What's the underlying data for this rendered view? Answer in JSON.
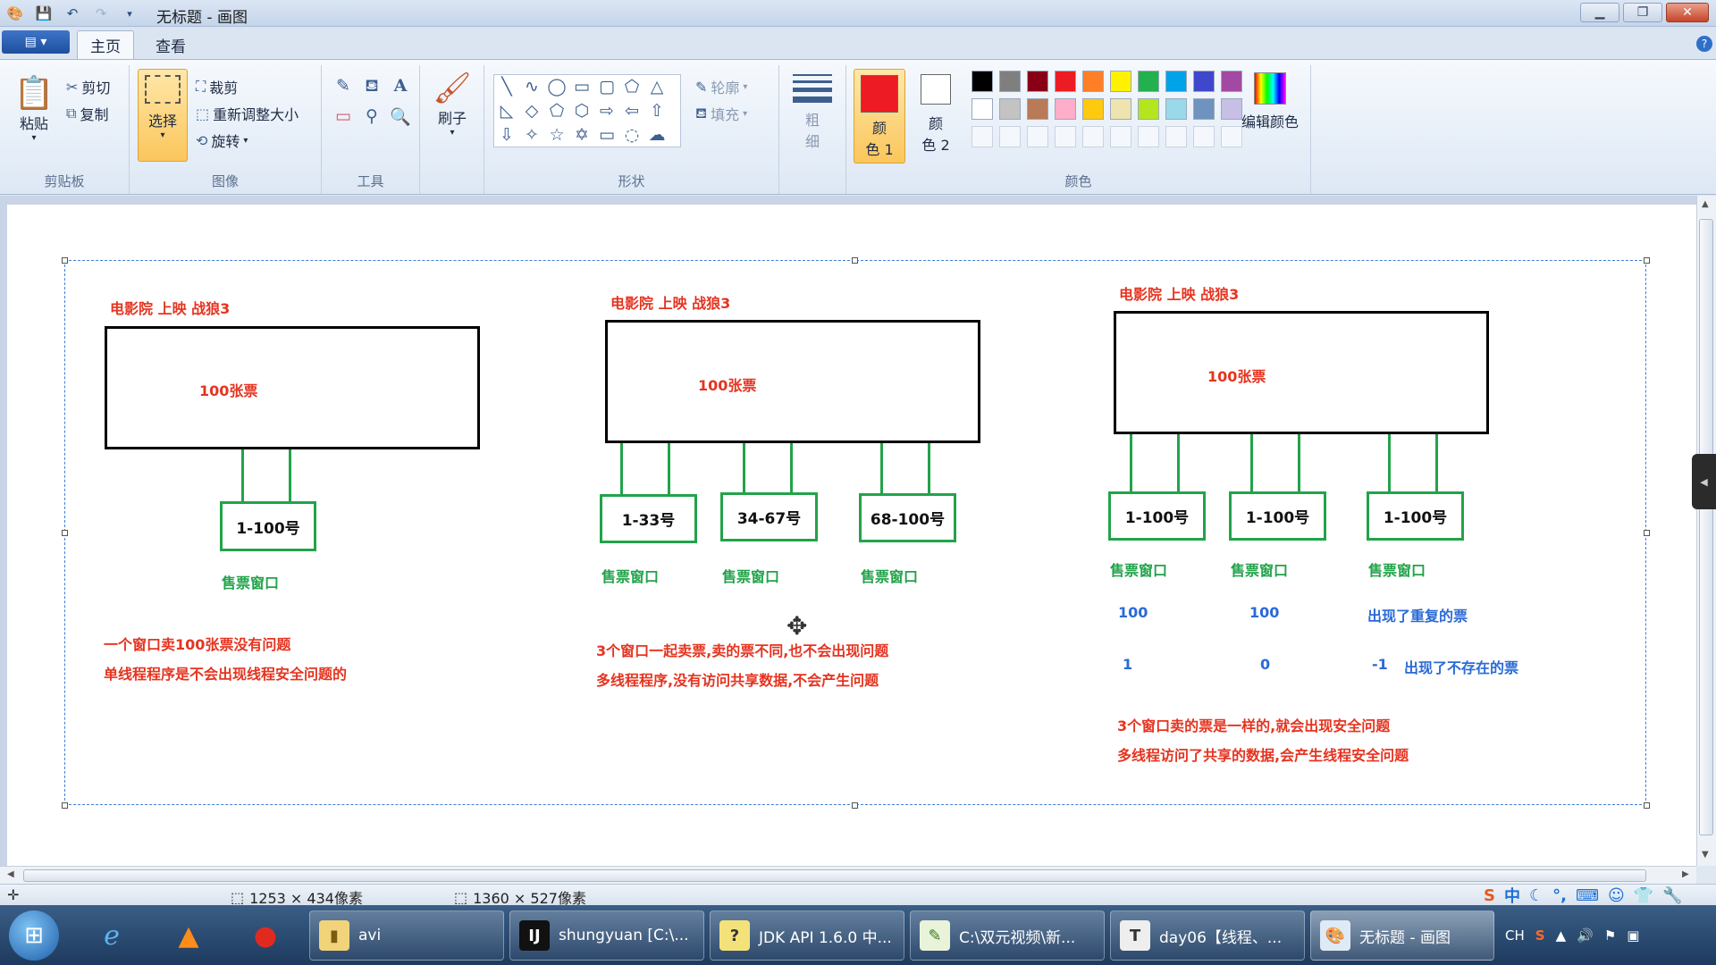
{
  "window": {
    "title": "无标题 - 画图"
  },
  "tabs": [
    "主页",
    "查看"
  ],
  "ribbon": {
    "clipboard": {
      "label": "剪贴板",
      "paste": "粘贴",
      "cut": "剪切",
      "copy": "复制"
    },
    "image": {
      "label": "图像",
      "select": "选择",
      "crop": "裁剪",
      "resize": "重新调整大小",
      "rotate": "旋转"
    },
    "tools": {
      "label": "工具"
    },
    "brushes": {
      "label": "刷子"
    },
    "shapes": {
      "label": "形状",
      "outline": "轮廓",
      "fill": "填充"
    },
    "size": {
      "label_line1": "粗",
      "label_line2": "细"
    },
    "colors": {
      "label": "颜色",
      "color1_line1": "颜",
      "color1_line2": "色 1",
      "color2_line1": "颜",
      "color2_line2": "色 2",
      "edit_colors": "编辑颜色",
      "color1_value": "#ed1c24",
      "color2_value": "#ffffff",
      "palette_row1": [
        "#000000",
        "#7f7f7f",
        "#880015",
        "#ed1c24",
        "#ff7f27",
        "#fff200",
        "#22b14c",
        "#00a2e8",
        "#3f48cc",
        "#a349a4"
      ],
      "palette_row2": [
        "#ffffff",
        "#c3c3c3",
        "#b97a57",
        "#ffaec9",
        "#ffc90e",
        "#efe4b0",
        "#b5e61d",
        "#99d9ea",
        "#7092be",
        "#c8bfe7"
      ]
    }
  },
  "canvas": {
    "col1": {
      "title": "电影院 上映 战狼3",
      "tickets": "100张票",
      "windows": [
        {
          "range": "1-100号",
          "label": "售票窗口"
        }
      ],
      "note1": "一个窗口卖100张票没有问题",
      "note2": "单线程程序是不会出现线程安全问题的"
    },
    "col2": {
      "title": "电影院 上映 战狼3",
      "tickets": "100张票",
      "windows": [
        {
          "range": "1-33号",
          "label": "售票窗口"
        },
        {
          "range": "34-67号",
          "label": "售票窗口"
        },
        {
          "range": "68-100号",
          "label": "售票窗口"
        }
      ],
      "note1": "3个窗口一起卖票,卖的票不同,也不会出现问题",
      "note2": "多线程程序,没有访问共享数据,不会产生问题"
    },
    "col3": {
      "title": "电影院 上映 战狼3",
      "tickets": "100张票",
      "windows": [
        {
          "range": "1-100号",
          "label": "售票窗口",
          "v1": "100",
          "v2": "1"
        },
        {
          "range": "1-100号",
          "label": "售票窗口",
          "v1": "100",
          "v2": "0"
        },
        {
          "range": "1-100号",
          "label": "售票窗口",
          "v1": "出现了重复的票",
          "v2": "-1"
        }
      ],
      "v2_extra": "出现了不存在的票",
      "note1": "3个窗口卖的票是一样的,就会出现安全问题",
      "note2": "多线程访问了共享的数据,会产生线程安全问题"
    }
  },
  "status": {
    "selection_size": "1253 × 434像素",
    "canvas_size": "1360 × 527像素"
  },
  "taskbar": {
    "tasks": [
      {
        "label": "avi",
        "icon": "folder-icon"
      },
      {
        "label": "shungyuan [C:\\...",
        "icon": "intellij-icon"
      },
      {
        "label": "JDK API 1.6.0 中...",
        "icon": "help-file-icon"
      },
      {
        "label": "C:\\双元视频\\新...",
        "icon": "editor-icon"
      },
      {
        "label": "day06【线程、...",
        "icon": "typora-icon"
      },
      {
        "label": "无标题 - 画图",
        "icon": "paint-icon"
      }
    ],
    "tray_lang": "CH"
  },
  "ime": {
    "mode": "中"
  }
}
